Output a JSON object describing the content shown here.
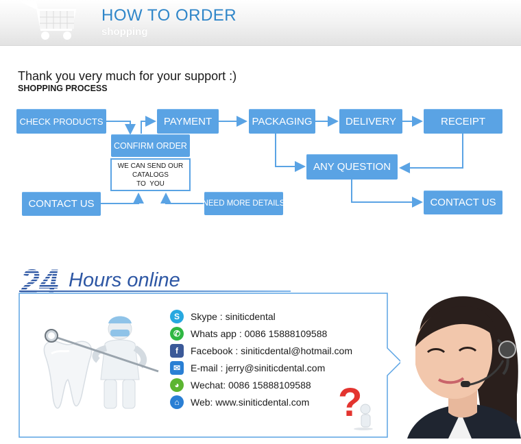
{
  "header": {
    "title": "HOW TO ORDER",
    "subtitle": "shopping"
  },
  "intro": {
    "thanks": "Thank you very much for your support :)",
    "process_heading": "SHOPPING PROCESS"
  },
  "flow": {
    "check_products": "CHECK PRODUCTS",
    "payment": "PAYMENT",
    "packaging": "PACKAGING",
    "delivery": "DELIVERY",
    "receipt": "RECEIPT",
    "confirm_order": "CONFIRM ORDER",
    "catalog_note": [
      "WE CAN SEND OUR",
      "CATALOGS",
      "TO  YOU"
    ],
    "any_question": "ANY QUESTION",
    "contact_us_left": "CONTACT US",
    "need_more_details": "NEED MORE DETAILS",
    "contact_us_right": "CONTACT US"
  },
  "online": {
    "number": "24",
    "title": "Hours online"
  },
  "contacts": [
    {
      "icon": "skype-icon",
      "color": "#27a8e0",
      "glyph": "S",
      "text": "Skype : siniticdental"
    },
    {
      "icon": "whatsapp-icon",
      "color": "#2fb743",
      "glyph": "✆",
      "text": "Whats app : 0086 15888109588"
    },
    {
      "icon": "facebook-icon",
      "color": "#3b5998",
      "glyph": "f",
      "text": "Facebook : siniticdental@hotmail.com"
    },
    {
      "icon": "email-icon",
      "color": "#2a7fd4",
      "glyph": "✉",
      "text": "E-mail : jerry@siniticdental.com"
    },
    {
      "icon": "wechat-icon",
      "color": "#5cb531",
      "glyph": "◕",
      "text": "Wechat: 0086 15888109588"
    },
    {
      "icon": "home-icon",
      "color": "#2a7fd4",
      "glyph": "⌂",
      "text": "Web: www.siniticdental.com"
    }
  ]
}
